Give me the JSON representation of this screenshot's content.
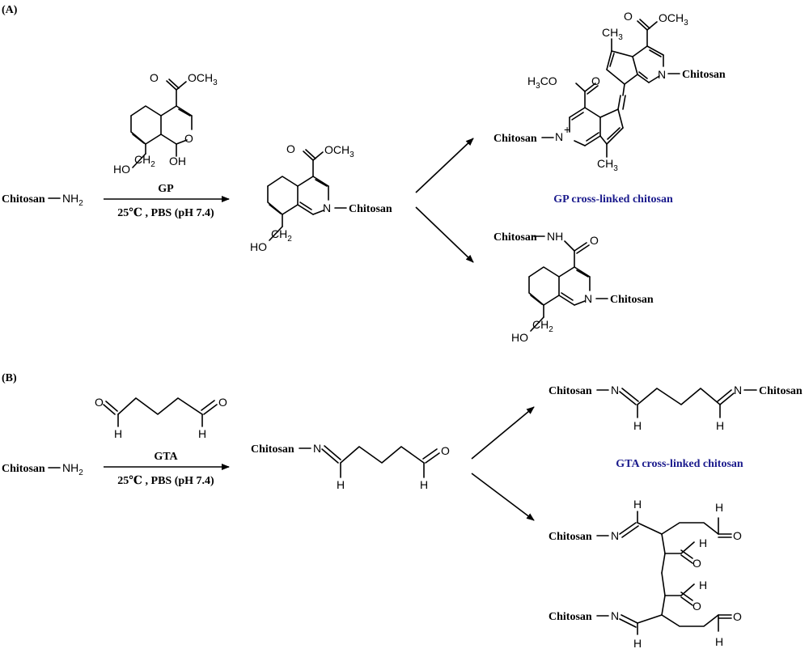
{
  "panel_a": {
    "label": "(A)",
    "reactant": "Chitosan",
    "amine": "NH",
    "amine_sub": "2",
    "reagent": "GP",
    "conditions": "25℃ , PBS (pH 7.4)",
    "intermediate_substituent": "Chitosan",
    "product_caption": "GP cross-linked chitosan",
    "dimer_left_substituent": "Chitosan",
    "dimer_right_substituent": "Chitosan",
    "amide_substituent": "Chitosan",
    "amide_ring_substituent": "Chitosan",
    "atoms": {
      "ester": "OCH",
      "ester_sub": "3",
      "ester_left": "H",
      "ester_left_sub": "3",
      "ester_left_tail": "CO",
      "methyl": "CH",
      "methyl_sub": "3",
      "hydroxyl": "HO",
      "ch2": "CH",
      "ch2_sub": "2",
      "oh": "OH",
      "oxygen": "O",
      "nitrogen": "N",
      "nitrogen_plus": "+",
      "nh": "NH"
    }
  },
  "panel_b": {
    "label": "(B)",
    "reactant": "Chitosan",
    "amine": "NH",
    "amine_sub": "2",
    "reagent": "GTA",
    "conditions": "25℃ , PBS (pH 7.4)",
    "intermediate_substituent": "Chitosan",
    "product_caption": "GTA cross-linked chitosan",
    "bis_left_substituent": "Chitosan",
    "bis_right_substituent": "Chitosan",
    "aldol_top_substituent": "Chitosan",
    "aldol_bottom_substituent": "Chitosan",
    "atoms": {
      "oxygen": "O",
      "hydrogen": "H",
      "nitrogen": "N"
    }
  }
}
